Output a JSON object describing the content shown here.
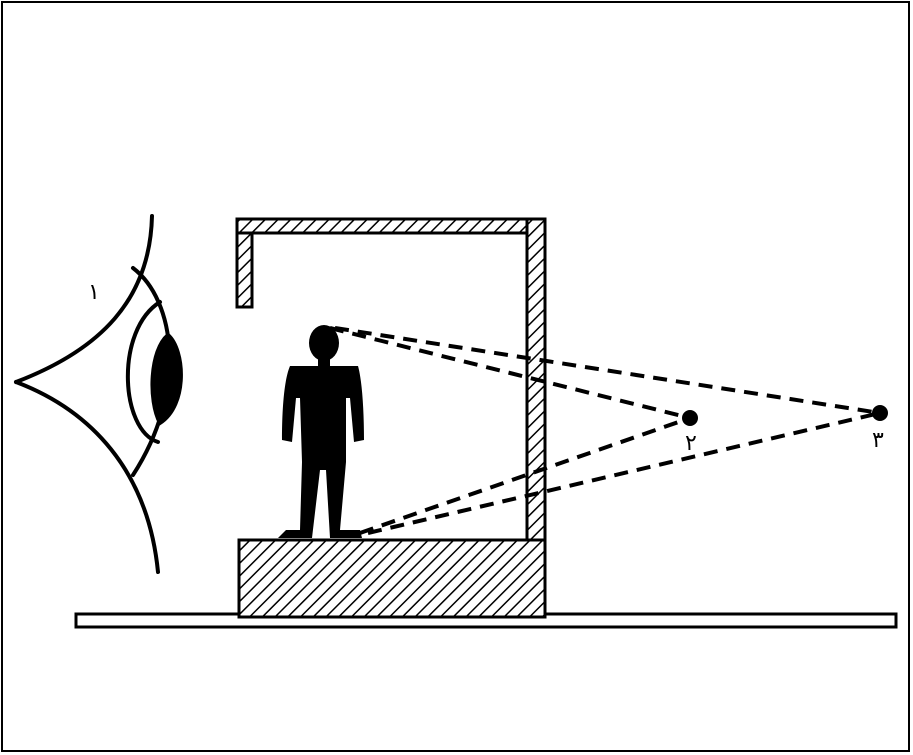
{
  "labels": {
    "eye": "۱",
    "point_2": "۲",
    "point_3": "۳"
  },
  "colors": {
    "ink": "#000000",
    "paper": "#ffffff"
  }
}
